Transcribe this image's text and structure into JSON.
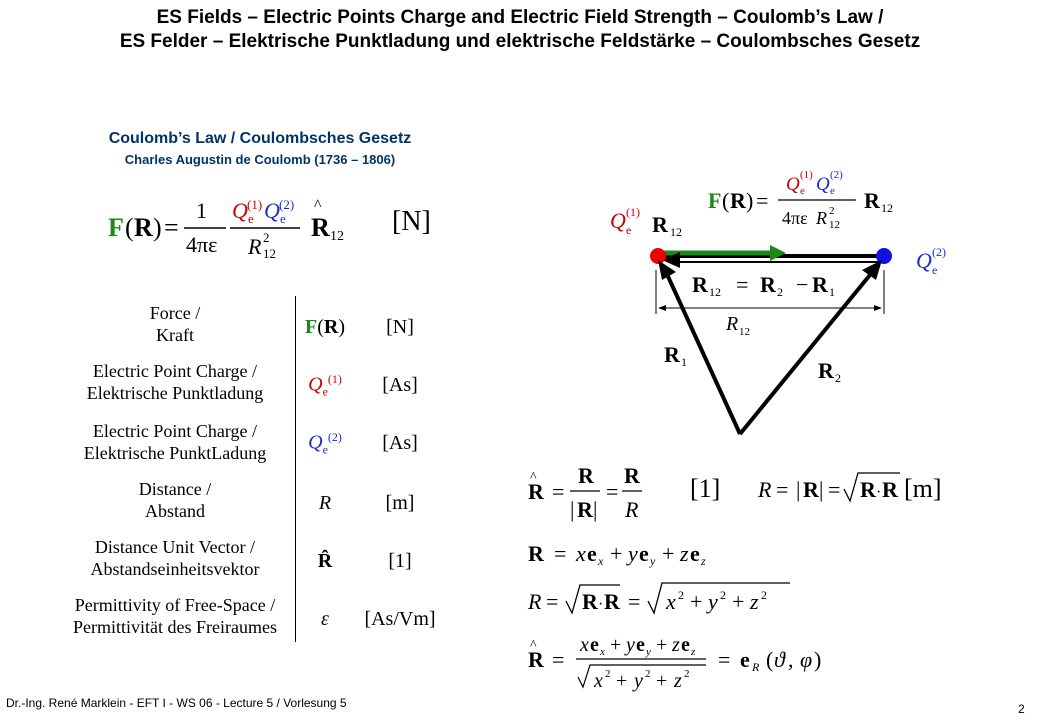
{
  "title": {
    "line1": "ES Fields – Electric Points Charge and Electric Field Strength – Coulomb’s Law /",
    "line2": "ES Felder – Elektrische Punktladung und elektrische Feldstärke – Coulombsches Gesetz"
  },
  "section": {
    "heading": "Coulomb’s Law / Coulombsches Gesetz",
    "subheading": "Charles Augustin de Coulomb (1736 – 1806)"
  },
  "main_formula": {
    "unit": "[N]"
  },
  "table": [
    {
      "label_en": "Force /",
      "label_de": "Kraft",
      "unit": "[N]"
    },
    {
      "label_en": "Electric Point Charge /",
      "label_de": "Elektrische Punktladung",
      "unit": "[As]"
    },
    {
      "label_en": "Electric Point Charge /",
      "label_de": "Elektrische PunktLadung",
      "unit": "[As]"
    },
    {
      "label_en": "Distance /",
      "label_de": "Abstand",
      "unit": "[m]"
    },
    {
      "label_en": "Distance Unit Vector /",
      "label_de": "Abstandseinheitsvektor",
      "unit": "[1]"
    },
    {
      "label_en": "Permittivity of Free-Space /",
      "label_de": "Permittivität des Freiraumes",
      "unit": "[As/Vm]"
    }
  ],
  "right_formulas": {
    "unit_vector_unit": "[1]",
    "magnitude_unit": "[m]"
  },
  "footer": {
    "credit": "Dr.-Ing. René Marklein - EFT I - WS 06 - Lecture 5 / Vorlesung 5",
    "page": "2"
  },
  "colors": {
    "accent_heading": "#003366",
    "force": "#1a8a1a",
    "charge": "#cc0000",
    "charge2": "#1a2ad0"
  }
}
